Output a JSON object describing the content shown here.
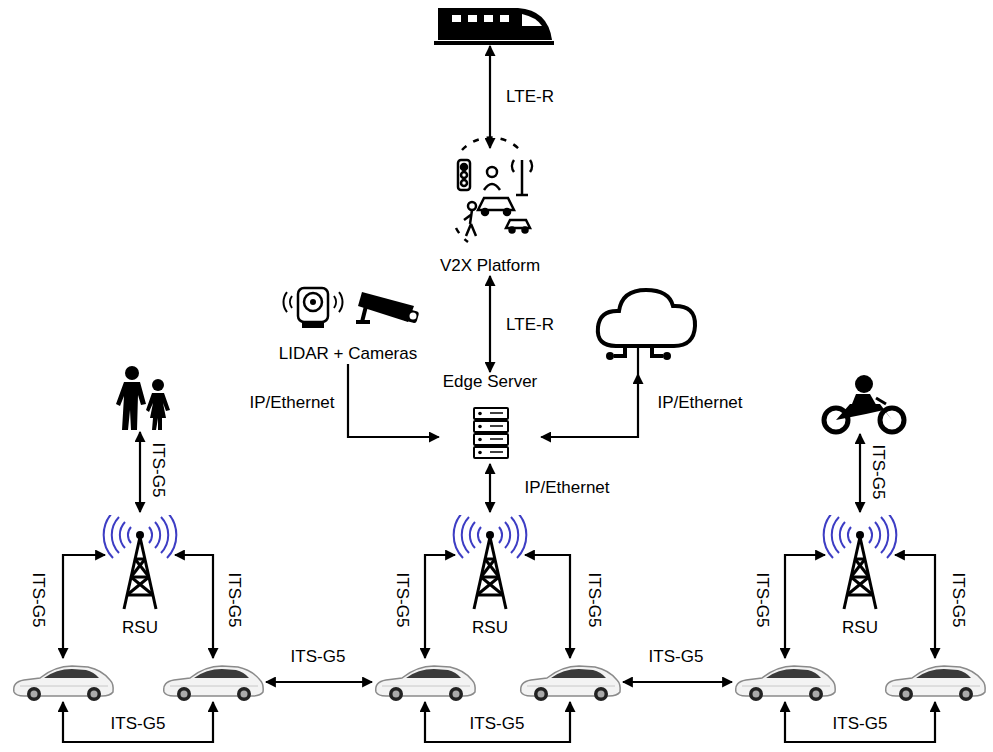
{
  "diagram": {
    "nodes": [
      {
        "text": []
      },
      {
        "text": [
          "V2X Platform"
        ]
      },
      {
        "text": [
          "LIDAR + Cameras"
        ]
      },
      {
        "text": [
          "Edge Server"
        ]
      },
      {
        "text": []
      },
      {
        "text": []
      },
      {
        "text": []
      },
      {
        "text": [
          "RSU"
        ]
      },
      {
        "text": [
          "RSU"
        ]
      },
      {
        "text": [
          "RSU"
        ]
      },
      {
        "text": []
      },
      {
        "text": []
      },
      {
        "text": []
      },
      {
        "text": []
      },
      {
        "text": []
      },
      {
        "text": []
      }
    ],
    "edges": [
      {
        "from": 0,
        "to": 1,
        "label": "LTE-R",
        "arrow": "both"
      },
      {
        "from": 1,
        "to": 3,
        "label": "LTE-R",
        "arrow": "both"
      },
      {
        "from": 2,
        "to": 3,
        "label": "IP/Ethernet",
        "arrow": "to"
      },
      {
        "from": 4,
        "to": 3,
        "label": "IP/Ethernet",
        "arrow": "both"
      },
      {
        "from": 3,
        "to": 8,
        "label": "IP/Ethernet",
        "arrow": "both"
      },
      {
        "from": 5,
        "to": 7,
        "label": "ITS-G5",
        "arrow": "both"
      },
      {
        "from": 6,
        "to": 9,
        "label": "ITS-G5",
        "arrow": "both"
      },
      {
        "from": 7,
        "to": 10,
        "label": "ITS-G5",
        "arrow": "both"
      },
      {
        "from": 7,
        "to": 11,
        "label": "ITS-G5",
        "arrow": "both"
      },
      {
        "from": 8,
        "to": 12,
        "label": "ITS-G5",
        "arrow": "both"
      },
      {
        "from": 8,
        "to": 13,
        "label": "ITS-G5",
        "arrow": "both"
      },
      {
        "from": 9,
        "to": 14,
        "label": "ITS-G5",
        "arrow": "both"
      },
      {
        "from": 9,
        "to": 15,
        "label": "ITS-G5",
        "arrow": "both"
      },
      {
        "from": 11,
        "to": 12,
        "label": "ITS-G5",
        "arrow": "both"
      },
      {
        "from": 13,
        "to": 14,
        "label": "ITS-G5",
        "arrow": "both"
      },
      {
        "from": 10,
        "to": 11,
        "label": "ITS-G5",
        "arrow": "both"
      },
      {
        "from": 12,
        "to": 13,
        "label": "ITS-G5",
        "arrow": "both"
      },
      {
        "from": 14,
        "to": 15,
        "label": "ITS-G5",
        "arrow": "both"
      }
    ]
  }
}
